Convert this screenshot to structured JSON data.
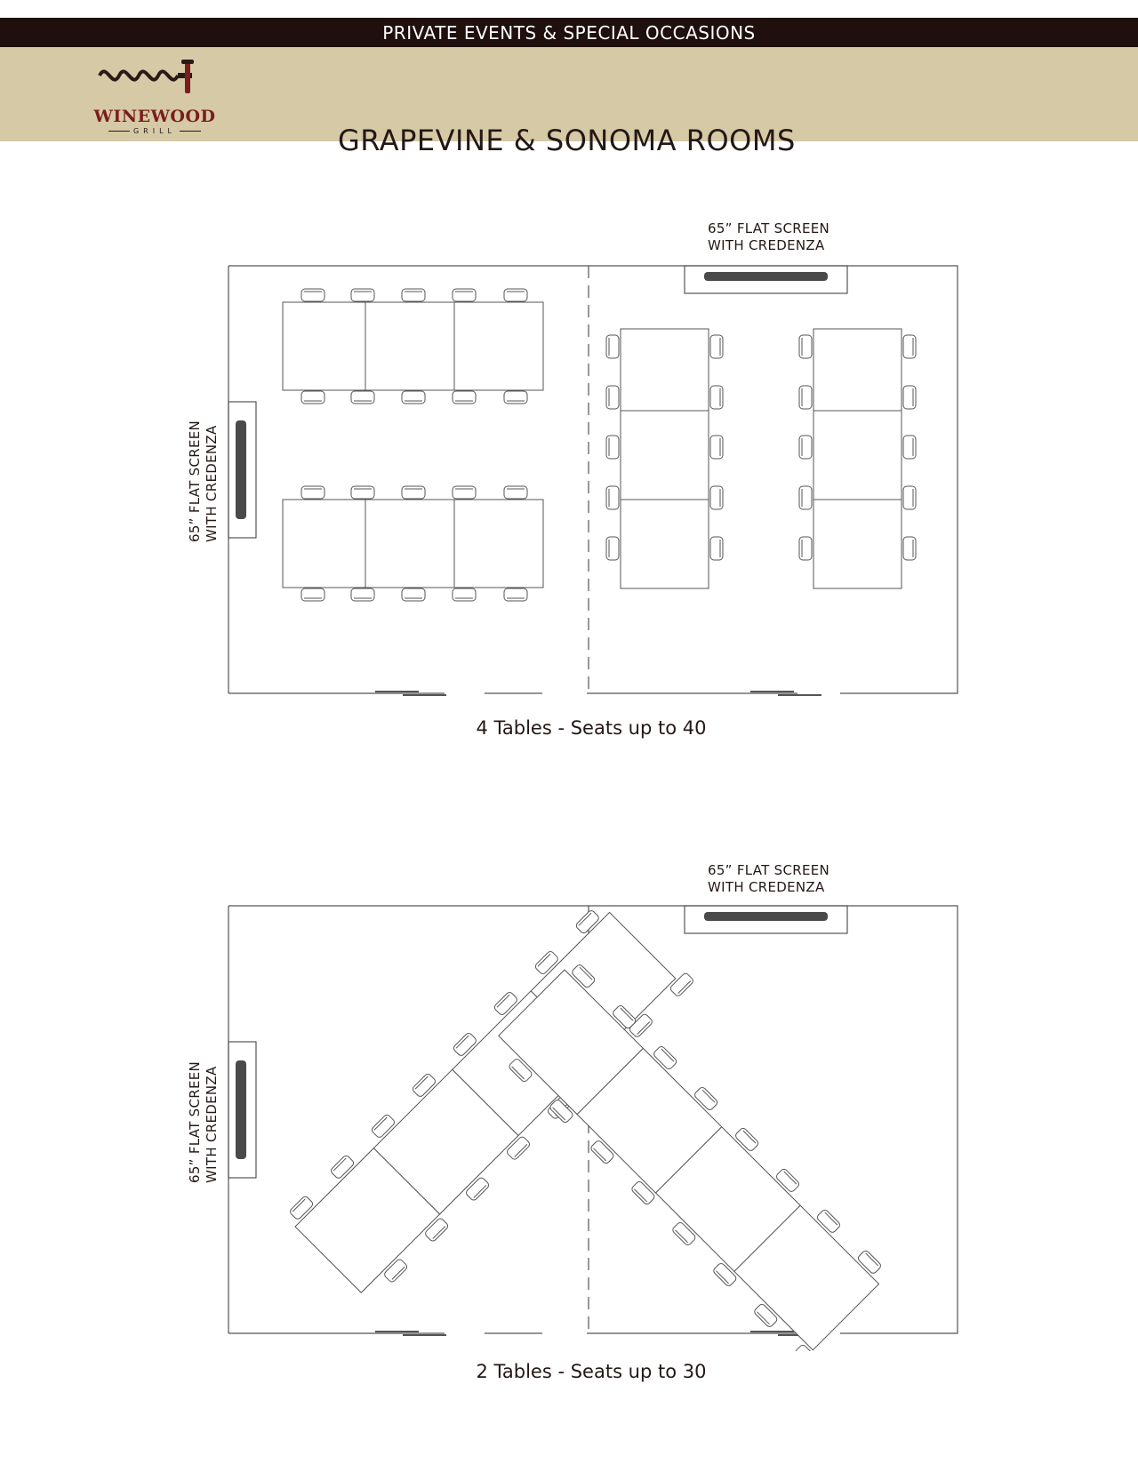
{
  "header": {
    "banner": "PRIVATE EVENTS & SPECIAL OCCASIONS",
    "title": "GRAPEVINE & SONOMA ROOMS",
    "logo_name": "WINEWOOD",
    "logo_sub": "GRILL"
  },
  "colors": {
    "banner_bg": "#1f0f0d",
    "header_bg": "#d6c9a6",
    "logo_red": "#7a1d1f",
    "line": "#555555"
  },
  "plans": [
    {
      "screen_top_label": [
        "65” FLAT SCREEN",
        "WITH CREDENZA"
      ],
      "screen_left_label": [
        "65” FLAT SCREEN",
        "WITH CREDENZA"
      ],
      "caption": "4 Tables - Seats up to 40",
      "tables": 4,
      "seats": 40
    },
    {
      "screen_top_label": [
        "65” FLAT SCREEN",
        "WITH CREDENZA"
      ],
      "screen_left_label": [
        "65” FLAT SCREEN",
        "WITH CREDENZA"
      ],
      "caption": "2 Tables - Seats up to 30",
      "tables": 2,
      "seats": 30
    }
  ]
}
